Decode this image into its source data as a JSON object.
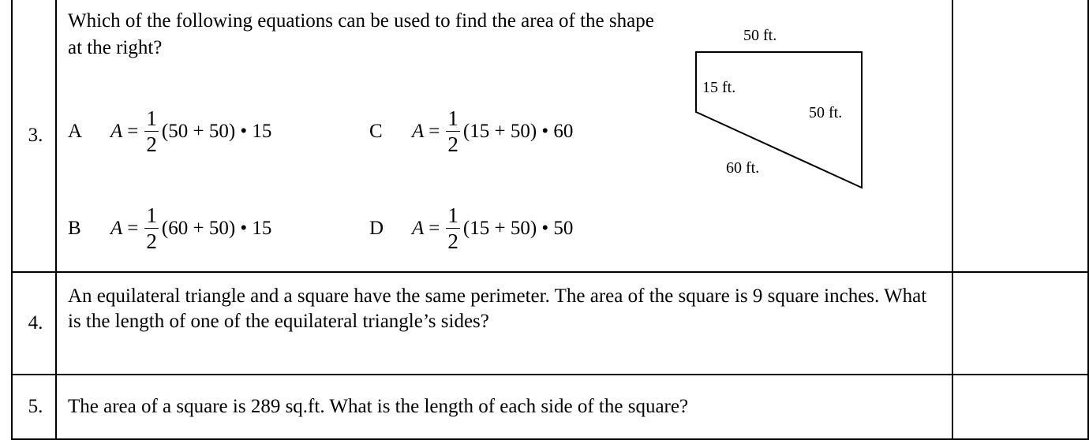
{
  "problems": [
    {
      "number": "3.",
      "question": "Which of the following equations can be used to find the area of the shape at the right?",
      "choices": [
        {
          "letter": "A",
          "var": "A",
          "eq": "=",
          "num": "1",
          "den": "2",
          "rest": "(50 + 50) • 15"
        },
        {
          "letter": "C",
          "var": "A",
          "eq": "=",
          "num": "1",
          "den": "2",
          "rest": "(15 + 50) • 60"
        },
        {
          "letter": "B",
          "var": "A",
          "eq": "=",
          "num": "1",
          "den": "2",
          "rest": "(60 + 50) • 15"
        },
        {
          "letter": "D",
          "var": "A",
          "eq": "=",
          "num": "1",
          "den": "2",
          "rest": "(15 + 50) • 50"
        }
      ],
      "figure_labels": {
        "top": "50 ft.",
        "left": "15 ft.",
        "right": "50 ft.",
        "bottom": "60 ft."
      }
    },
    {
      "number": "4.",
      "question": "An equilateral triangle and a square have the same perimeter.  The area of the square is 9 square inches.  What is the length of one of the equilateral triangle’s sides?"
    },
    {
      "number": "5.",
      "question": "The area of a square is 289 sq.ft.  What is the length of each side of the square?"
    }
  ]
}
